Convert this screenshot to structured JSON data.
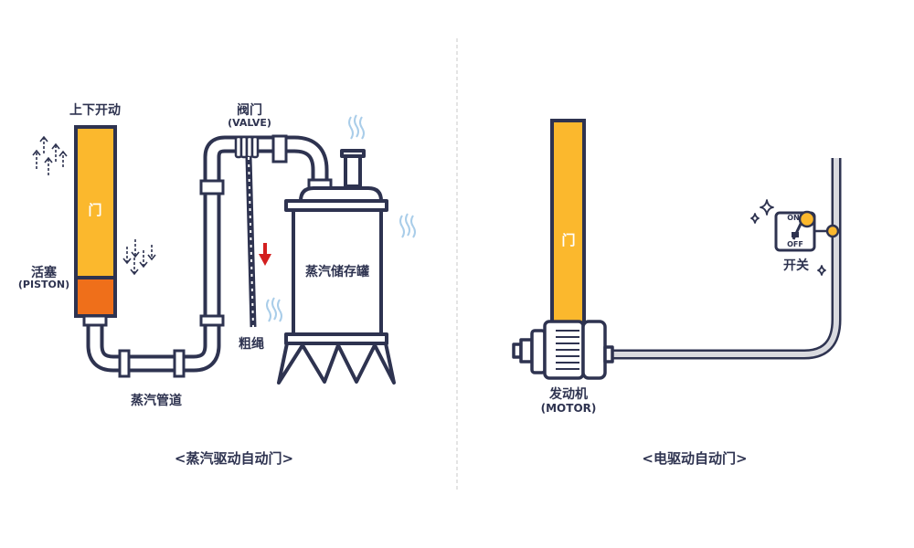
{
  "steam": {
    "updown_label": "上下开动",
    "door_label": "门",
    "piston_label": "活塞",
    "piston_en": "(PISTON)",
    "valve_label": "阀门",
    "valve_en": "(VALVE)",
    "tank_label": "蒸汽储存罐",
    "rope_label": "粗绳",
    "pipe_label": "蒸汽管道",
    "caption": "<蒸汽驱动自动门>"
  },
  "electric": {
    "door_label": "门",
    "switch_label": "开关",
    "switch_on": "ON",
    "switch_off": "OFF",
    "motor_label": "发动机",
    "motor_en": "(MOTOR)",
    "caption": "<电驱动自动门>"
  },
  "colors": {
    "outline": "#2e3350",
    "door_fill": "#fbb82d",
    "piston_fill": "#ef6f1a",
    "arrow_red": "#d31f1f",
    "steam_blue": "#a9cde9",
    "cable_fill": "#d9dadf",
    "divider": "#c8c8c8"
  }
}
